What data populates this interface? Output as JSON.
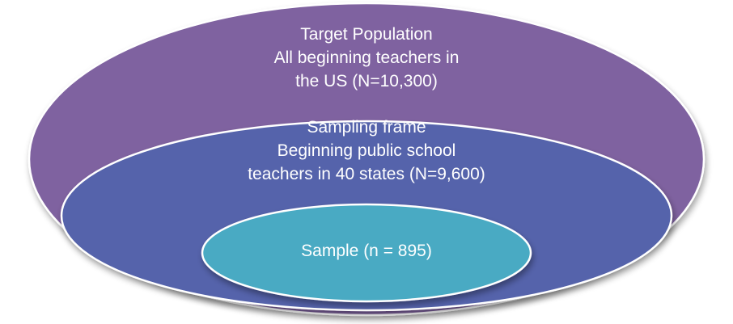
{
  "diagram": {
    "type": "nested-ellipses",
    "outer": {
      "lines": [
        "Target Population",
        "All beginning teachers in",
        "the US (N=10,300)"
      ],
      "color": "#7f62a0"
    },
    "middle": {
      "lines": [
        "Sampling frame",
        "Beginning public school",
        "teachers in 40 states (N=9,600)"
      ],
      "color": "#5463ab"
    },
    "inner": {
      "lines": [
        "Sample (n = 895)"
      ],
      "color": "#48aac3"
    }
  }
}
